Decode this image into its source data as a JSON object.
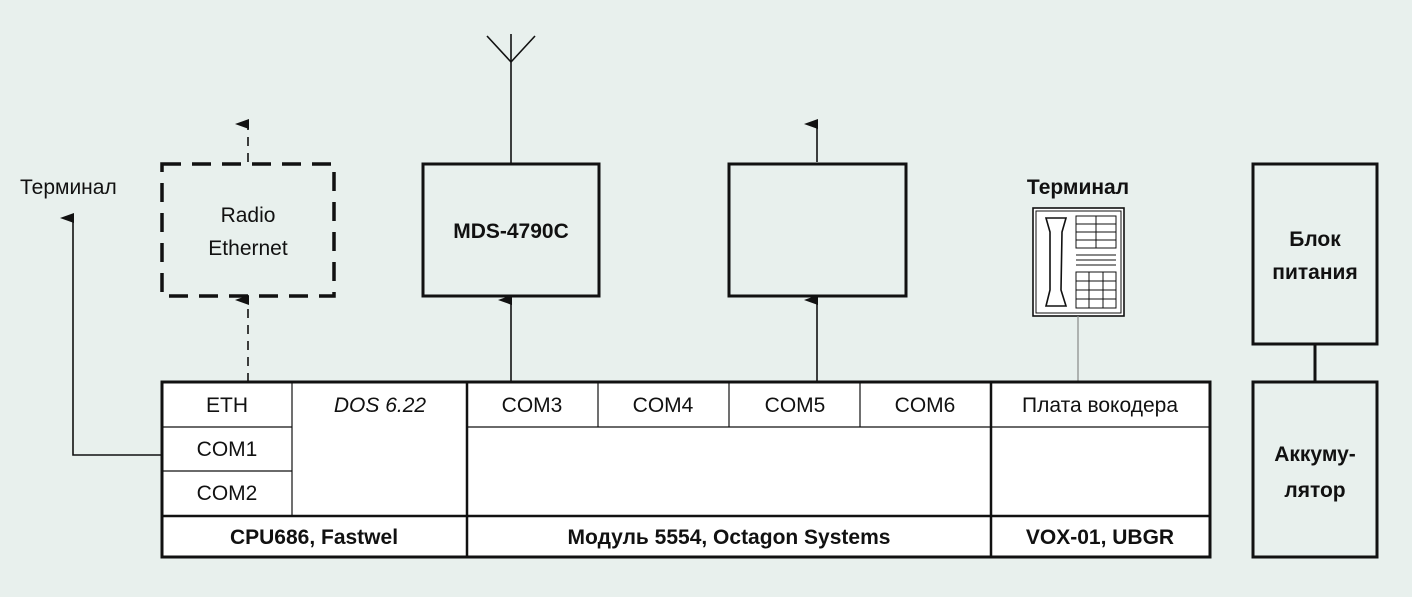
{
  "left_terminal": "Терминал",
  "radio_ethernet": {
    "line1": "Radio",
    "line2": "Ethernet"
  },
  "mds": "MDS-4790C",
  "phone_terminal": "Терминал",
  "power_block": {
    "line1": "Блок",
    "line2": "питания"
  },
  "battery": {
    "line1": "Аккуму-",
    "line2": "лятор"
  },
  "cpu": {
    "eth": "ETH",
    "com1": "COM1",
    "com2": "COM2",
    "os": "DOS 6.22",
    "name": "CPU686, Fastwel"
  },
  "module": {
    "com3": "COM3",
    "com4": "COM4",
    "com5": "COM5",
    "com6": "COM6",
    "name": "Модуль 5554, Octagon Systems"
  },
  "vox": {
    "board": "Плата вокодера",
    "name": "VOX-01, UBGR"
  },
  "colors": {
    "background": "#e8f0ed",
    "stroke": "#111111",
    "thin": "#888888"
  }
}
